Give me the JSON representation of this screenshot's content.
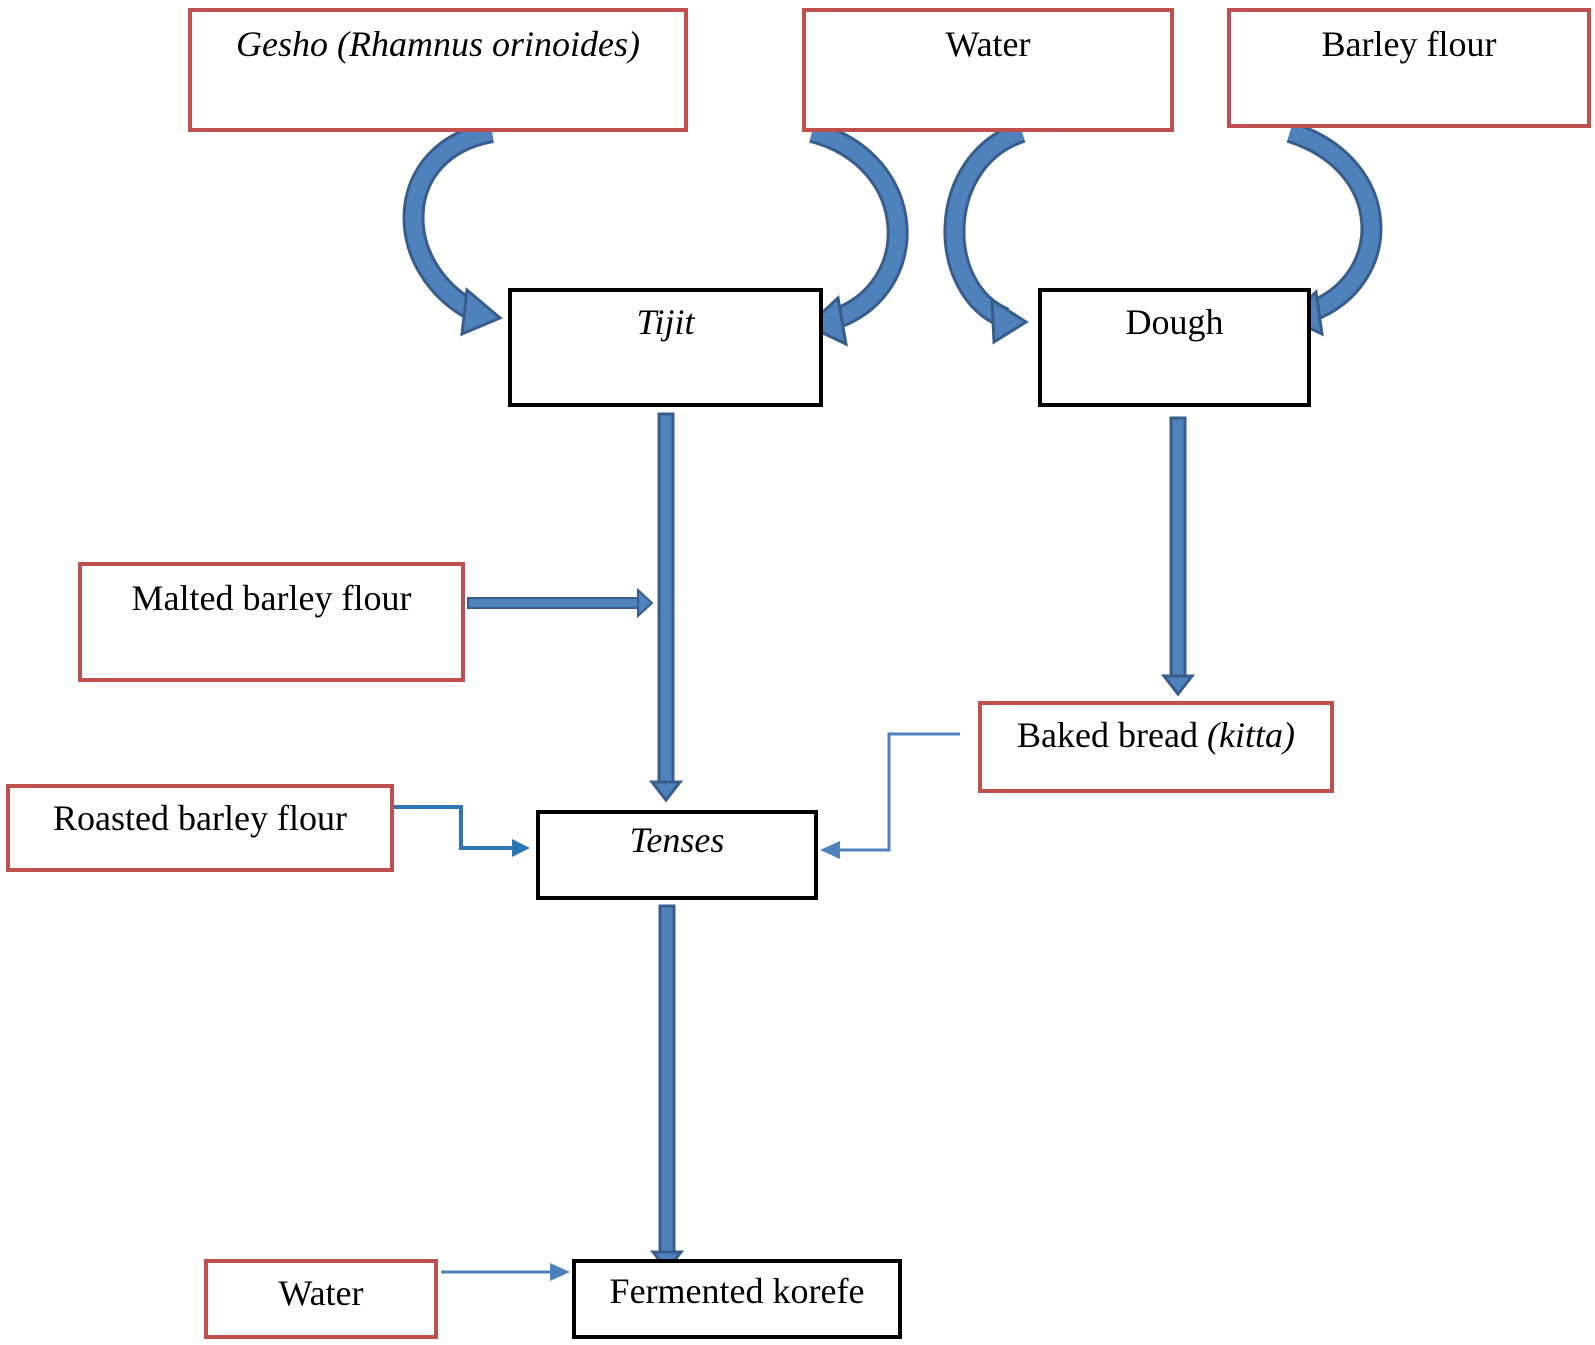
{
  "colors": {
    "ingredient_border": "#c0504d",
    "stage_border": "#000000",
    "arrow_fill": "#4f81bd",
    "arrow_stroke": "#385d8a",
    "connector": "#2e75b6"
  },
  "ingredients": {
    "gesho": "Gesho (Rhamnus orinoides)",
    "water_top": "Water",
    "barley_flour": "Barley flour",
    "malted_barley_flour": "Malted barley flour",
    "roasted_barley_flour": "Roasted barley flour",
    "water_bottom": "Water",
    "baked_bread": "Baked bread",
    "baked_bread_italic": "(kitta)"
  },
  "stages": {
    "tijit": "Tijit",
    "dough": "Dough",
    "tenses": "Tenses",
    "fermented_korefe": "Fermented korefe"
  }
}
